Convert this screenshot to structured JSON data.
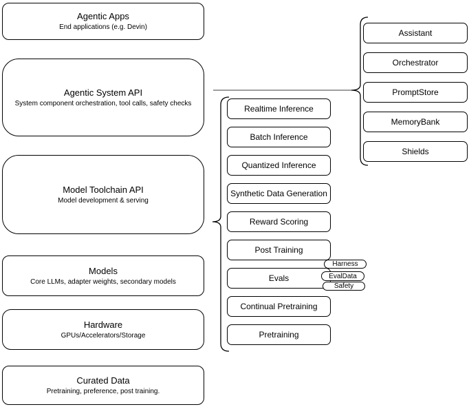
{
  "stack": {
    "left_column": [
      {
        "title": "Agentic Apps",
        "subtitle": "End applications (e.g. Devin)"
      },
      {
        "title": "Agentic System API",
        "subtitle": "System component orchestration, tool calls, safety checks"
      },
      {
        "title": "Model Toolchain API",
        "subtitle": "Model development & serving"
      },
      {
        "title": "Models",
        "subtitle": "Core LLMs, adapter weights, secondary models"
      },
      {
        "title": "Hardware",
        "subtitle": "GPUs/Accelerators/Storage"
      },
      {
        "title": "Curated Data",
        "subtitle": "Pretraining, preference, post training."
      }
    ],
    "toolchain_nodes": [
      "Realtime Inference",
      "Batch Inference",
      "Quantized Inference",
      "Synthetic Data Generation",
      "Reward Scoring",
      "Post Training",
      "Evals",
      "Continual Pretraining",
      "Pretraining"
    ],
    "eval_tags": [
      "Harness",
      "EvalData",
      "Safety"
    ],
    "system_nodes": [
      "Assistant",
      "Orchestrator",
      "PromptStore",
      "MemoryBank",
      "Shields"
    ],
    "colors": {
      "node_stroke": "#000000",
      "node_fill": "#ffffff",
      "connector": "#7f7f7f"
    }
  }
}
